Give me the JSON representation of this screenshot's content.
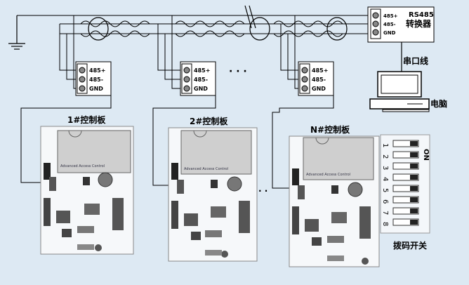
{
  "terminal": {
    "a": "485+",
    "b": "485-",
    "gnd": "GND"
  },
  "converter": {
    "title": "RS485",
    "subtitle": "转换器"
  },
  "serial_label": "串口线",
  "computer_label": "电脑",
  "ellipsis": "· · ·",
  "ellipsis_between": "· ·",
  "boards": [
    {
      "label": "1#控制板",
      "module_text": "Advanced Access Control"
    },
    {
      "label": "2#控制板",
      "module_text": "Advanced Access Control"
    },
    {
      "label": "N#控制板",
      "module_text": "Advanced Access Control"
    }
  ],
  "dip": {
    "on": "ON",
    "numbers": [
      "1",
      "2",
      "3",
      "4",
      "5",
      "6",
      "7",
      "8"
    ],
    "label": "拨码开关"
  }
}
